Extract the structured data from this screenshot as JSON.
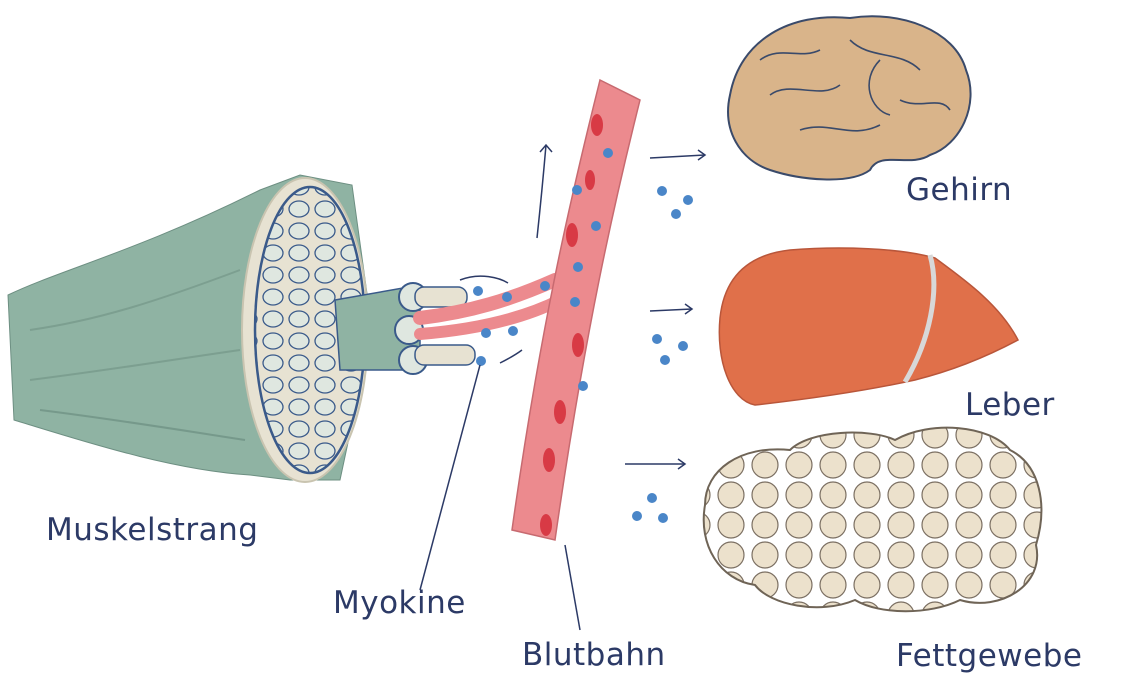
{
  "labels": {
    "muscle": "Muskelstrang",
    "myokine": "Myokine",
    "blood": "Blutbahn",
    "brain": "Gehirn",
    "liver": "Leber",
    "fat": "Fettgewebe"
  },
  "colors": {
    "label_text": "#2c3a66",
    "muscle": "#8fb3a3",
    "muscle_outline": "#3a5a8a",
    "vessel": "#ec8a8e",
    "blood_cell": "#d83a45",
    "myokine_dot": "#4a86c8",
    "brain": "#d9b48a",
    "liver": "#e0704a",
    "fat": "#e6d9c2"
  },
  "icons": [
    "muscle-strand-illustration",
    "blood-vessel-illustration",
    "brain-illustration",
    "liver-illustration",
    "adipose-tissue-illustration",
    "arrow-icon"
  ]
}
